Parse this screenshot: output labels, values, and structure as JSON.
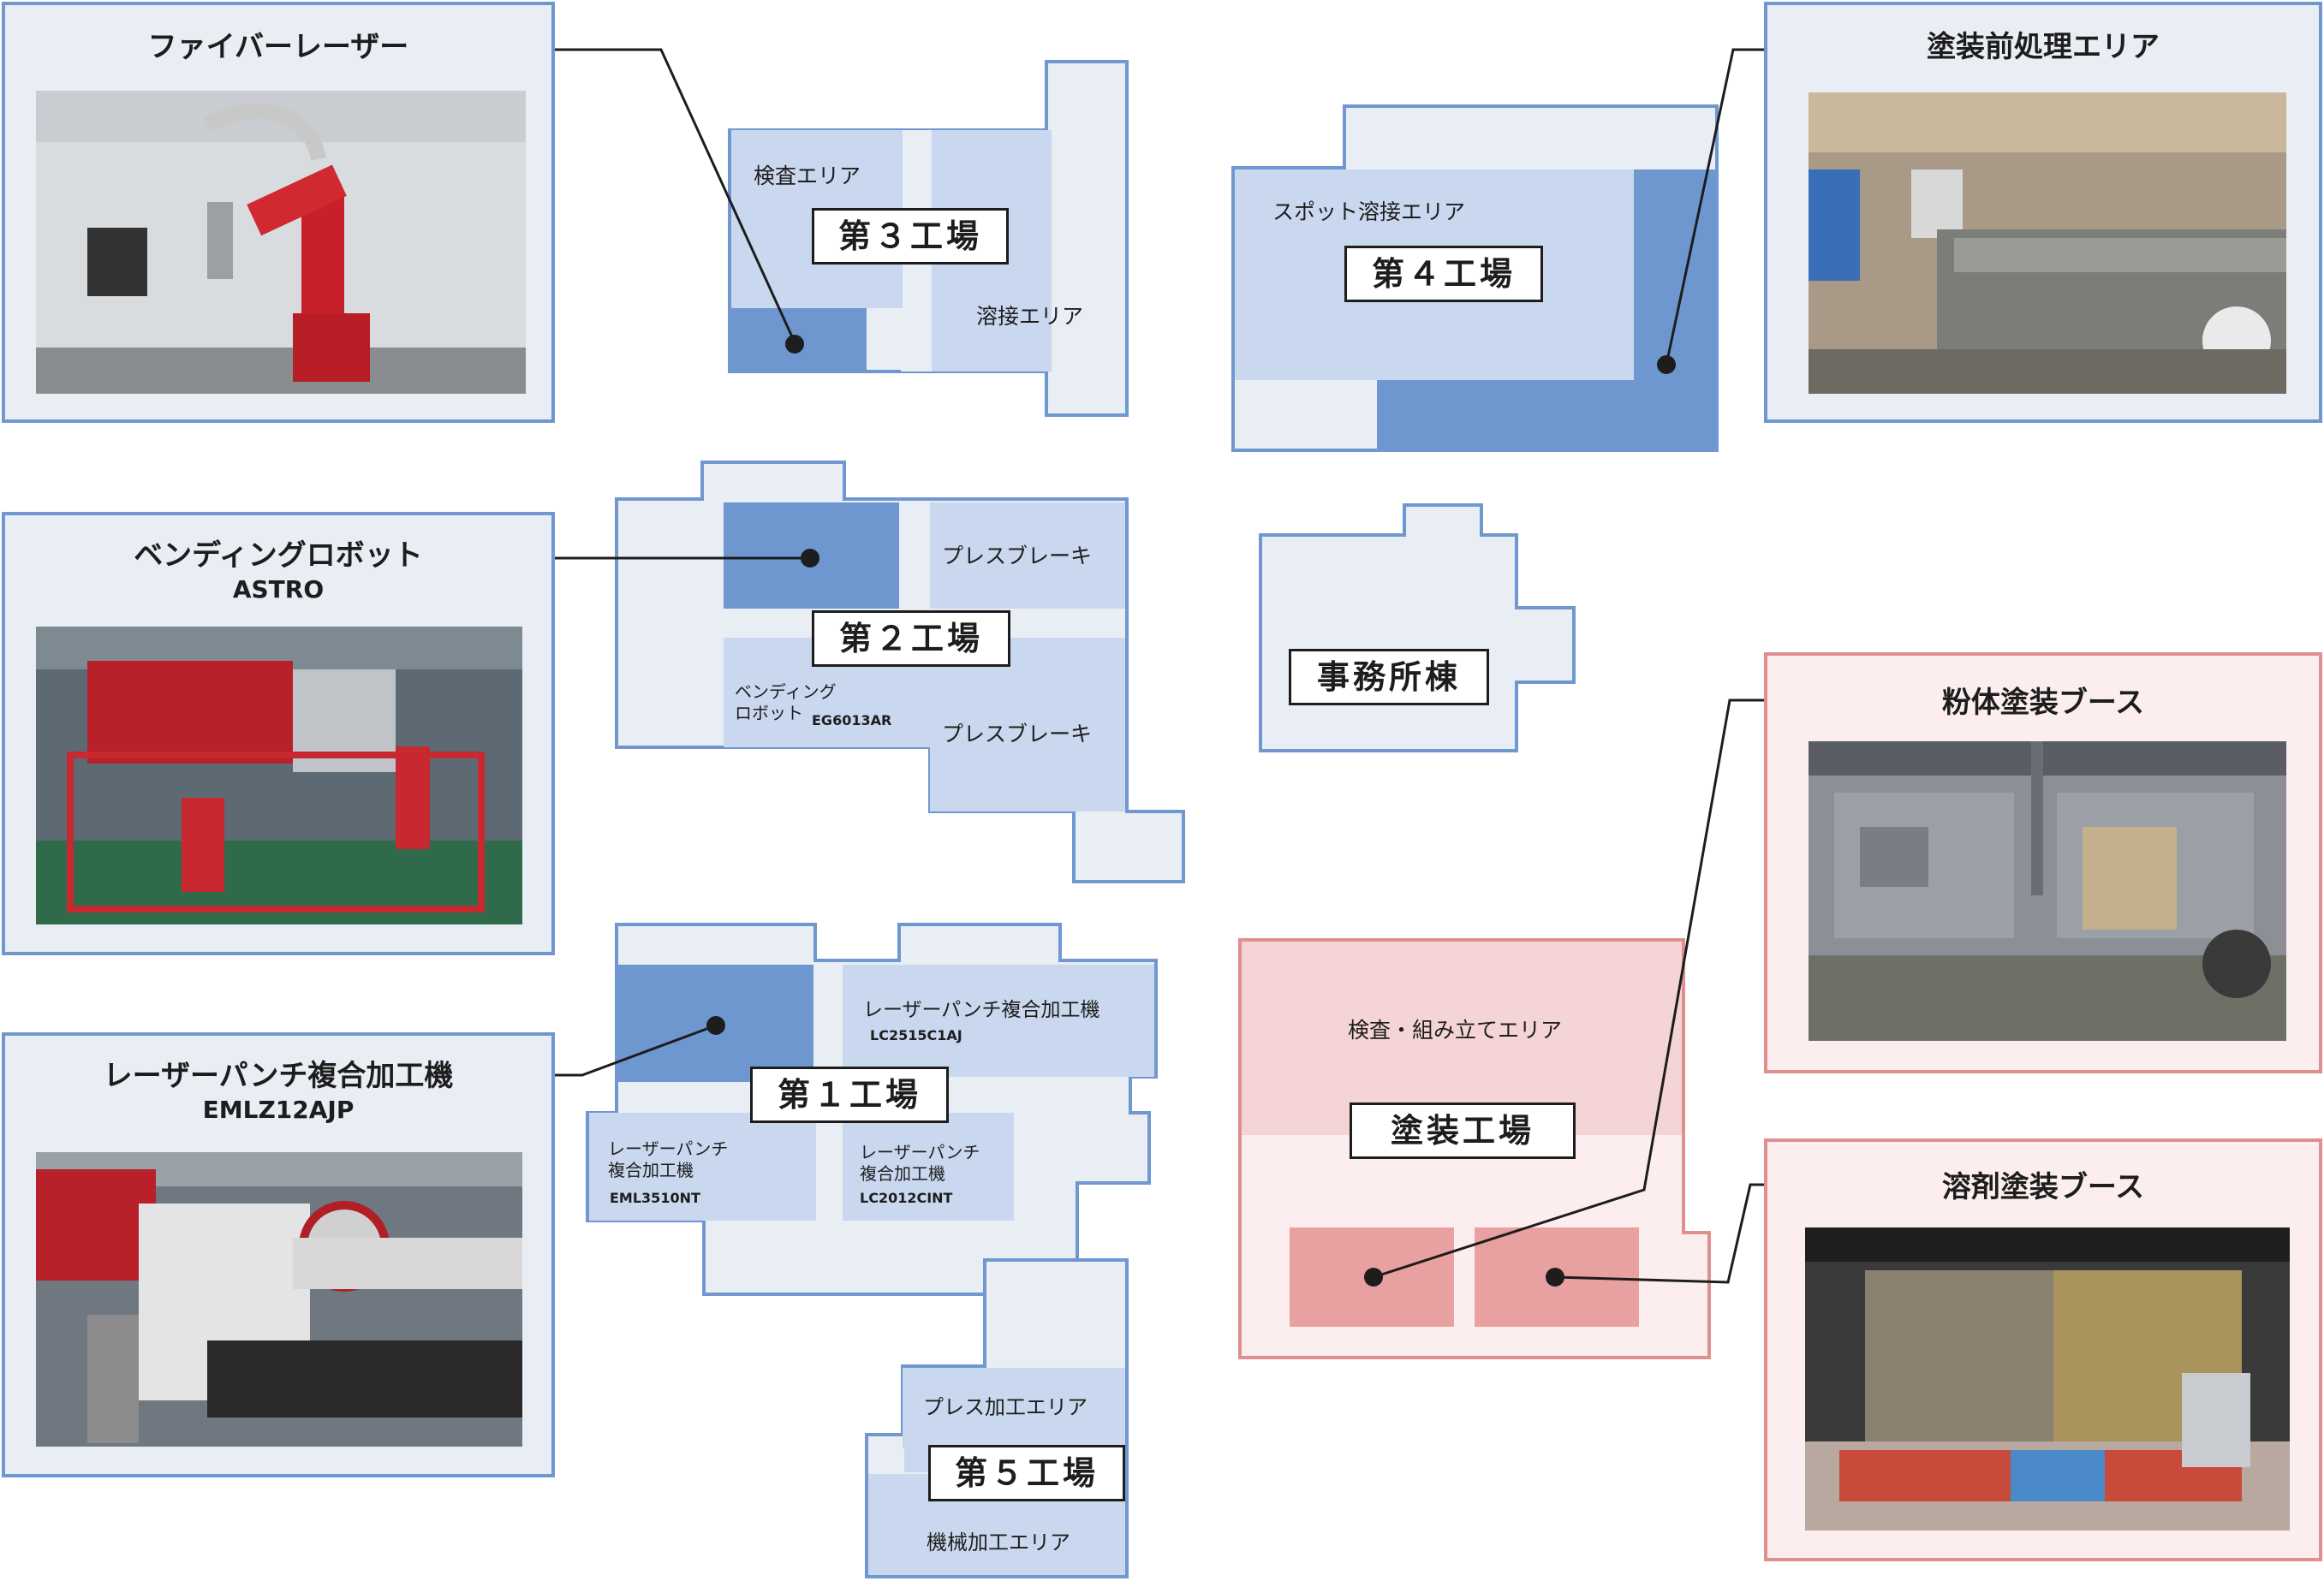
{
  "colors": {
    "blue_outline": "#7097cf",
    "blue_light": "#e9edf4",
    "blue_mid": "#c9d8ee",
    "blue_dark": "#6f97cf",
    "red_outline": "#e08f8f",
    "red_light": "#fceeee",
    "red_mid": "#f4d4d4",
    "red_dark": "#e8a0a0"
  },
  "cards": {
    "fiber_laser": {
      "title": "ファイバーレーザー"
    },
    "bending_robot": {
      "title": "ベンディングロボット",
      "subtitle": "ASTRO"
    },
    "laser_punch": {
      "title": "レーザーパンチ複合加工機",
      "subtitle": "EMLZ12AJP"
    },
    "pretreatment": {
      "title": "塗装前処理エリア"
    },
    "powder_booth": {
      "title": "粉体塗装ブース"
    },
    "solvent_booth": {
      "title": "溶剤塗装ブース"
    }
  },
  "factories": {
    "f3": {
      "label": "第３工場",
      "areas": {
        "inspection": "検査エリア",
        "welding": "溶接エリア"
      }
    },
    "f4": {
      "label": "第４工場",
      "areas": {
        "spot": "スポット溶接エリア"
      }
    },
    "f2": {
      "label": "第２工場",
      "areas": {
        "press_brake_1": "プレスブレーキ",
        "press_brake_2": "プレスブレーキ",
        "bending_robot": "ベンディング\nロボット",
        "bending_model": "EG6013AR"
      }
    },
    "office": {
      "label": "事務所棟"
    },
    "f1": {
      "label": "第１工場",
      "areas": {
        "lc2515_name": "レーザーパンチ複合加工機",
        "lc2515_model": "LC2515C1AJ",
        "eml_name": "レーザーパンチ\n複合加工機",
        "eml_model": "EML3510NT",
        "lc2012_name": "レーザーパンチ\n複合加工機",
        "lc2012_model": "LC2012CINT"
      }
    },
    "paint": {
      "label": "塗装工場",
      "areas": {
        "inspect_assembly": "検査・組み立てエリア"
      }
    },
    "f5": {
      "label": "第５工場",
      "areas": {
        "press": "プレス加工エリア",
        "machining": "機械加工エリア"
      }
    }
  }
}
